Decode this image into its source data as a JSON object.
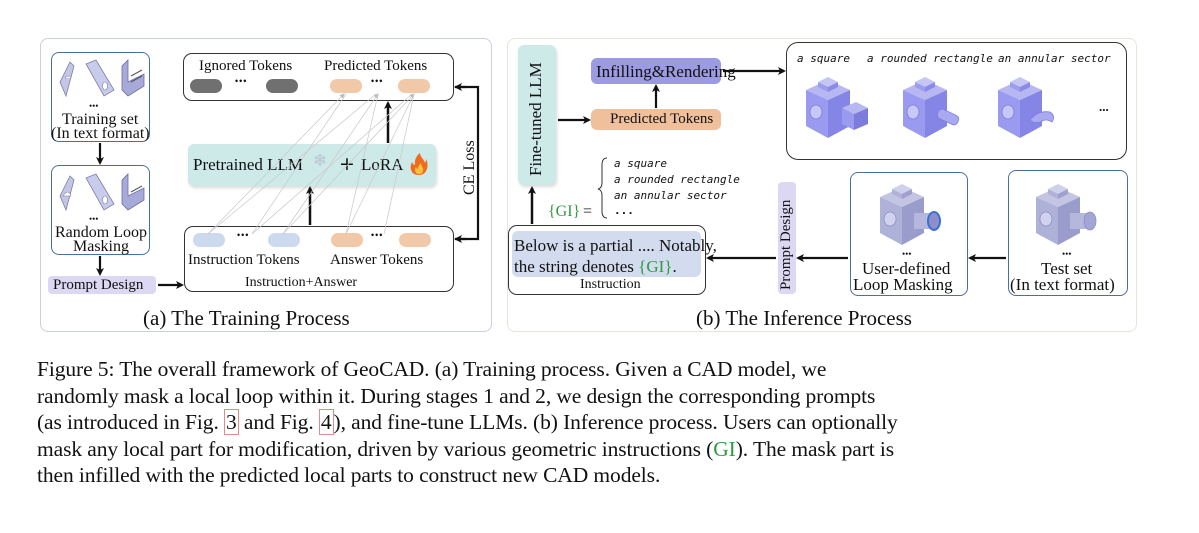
{
  "figure": {
    "panel_a": {
      "title": "(a) The Training Process",
      "training_set": {
        "dots": "•••",
        "line1": "Training set",
        "line2": "(In text format)"
      },
      "masking": {
        "dots": "•••",
        "line1": "Random Loop",
        "line2": "Masking"
      },
      "prompt_design": "Prompt Design",
      "top_box": {
        "ignored_label": "Ignored Tokens",
        "predicted_label": "Predicted Tokens",
        "dots": "•••"
      },
      "llm_box": {
        "pretrained": "Pretrained LLM",
        "plus": "+",
        "lora": "LoRA",
        "freeze_icon": "snowflake-icon",
        "train_icon": "fire-icon"
      },
      "bottom_box": {
        "instruction_label": "Instruction Tokens",
        "answer_label": "Answer Tokens",
        "caption": "Instruction+Answer",
        "dots": "•••"
      },
      "loss_label": "CE Loss"
    },
    "panel_b": {
      "title": "(b) The Inference Process",
      "fine_tuned": "Fine-tuned LLM",
      "infilling": "Infilling&Rendering",
      "predicted": "Predicted Tokens",
      "results": {
        "labels": [
          "a square",
          "a rounded rectangle",
          "an annular sector"
        ],
        "more": "..."
      },
      "gi_list": {
        "gi": "{GI}",
        "eq": "=",
        "items": [
          "a square",
          "a rounded rectangle",
          "an annular sector",
          "..."
        ]
      },
      "instruction": {
        "line1": "Below is a partial .... Notably,",
        "line2_prefix": "the string denotes ",
        "line2_gi": "{GI}",
        "line2_suffix": ".",
        "caption": "Instruction"
      },
      "prompt_design": "Prompt Design",
      "user_masking": {
        "dots": "•••",
        "line1": "User-defined",
        "line2": "Loop Masking"
      },
      "test_set": {
        "dots": "•••",
        "line1": "Test set",
        "line2": "(In text format)"
      }
    },
    "caption": {
      "line1": "Figure 5:  The overall framework of GeoCAD. (a) Training process.  Given a CAD model, we",
      "line2": "randomly mask a local loop within it. During stages 1 and 2, we design the corresponding prompts",
      "line3_a": "(as introduced in Fig. ",
      "line3_ref1": "3",
      "line3_b": " and Fig. ",
      "line3_ref2": "4",
      "line3_c": "), and fine-tune LLMs. (b) Inference process. Users can optionally",
      "line4_a": "mask any local part for modification, driven by various geometric instructions (",
      "line4_gi": "GI",
      "line4_b": "). The mask part is",
      "line5": "then infilled with the predicted local parts to construct new CAD models."
    },
    "colors": {
      "gi_green": "#2f9a3e",
      "cad_purple": "#8f8fe8",
      "cad_gray_blue": "#a9acd6",
      "mask_ring": "#3b6fd0",
      "ref_box": "#e08a8a"
    }
  }
}
